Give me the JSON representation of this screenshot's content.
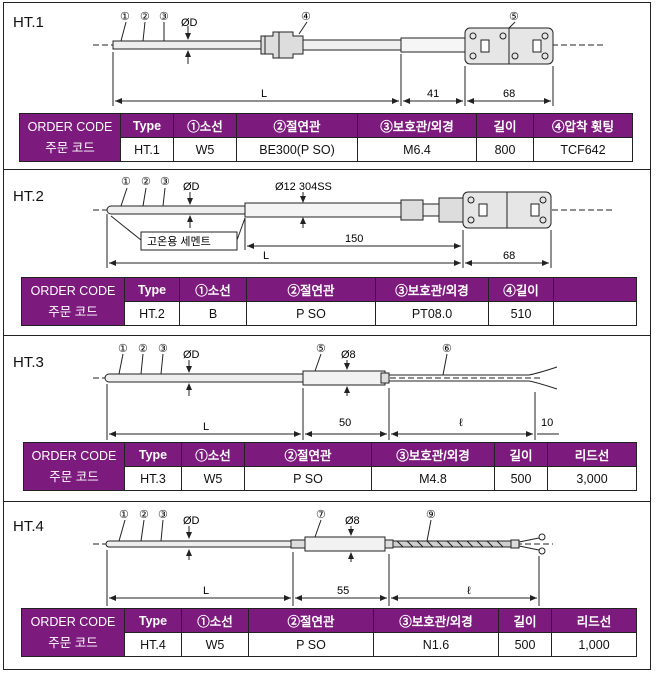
{
  "table_labels": {
    "order_code": "ORDER CODE",
    "order_code_kr": "주문 코드",
    "type": "Type",
    "wire": "①소선",
    "insulator": "②절연관",
    "sheath": "③보호관/외경",
    "length": "길이"
  },
  "colors": {
    "header_bg": "#7d1a7e",
    "header_text": "#ffffff"
  },
  "panels": [
    {
      "title": "HT.1",
      "drawing": {
        "callouts": [
          "①",
          "②",
          "③",
          "④",
          "⑤"
        ],
        "diameter": "ØD",
        "dims": [
          "L",
          "41",
          "68"
        ]
      },
      "table": {
        "extra_header": "④압착 휫팅",
        "last_header": "",
        "values": [
          "HT.1",
          "W5",
          "BE300(P SO)",
          "M6.4",
          "800",
          "TCF642"
        ]
      }
    },
    {
      "title": "HT.2",
      "drawing": {
        "callouts": [
          "①",
          "②",
          "③"
        ],
        "diameter": "ØD",
        "sheath_label": "Ø12 304SS",
        "cement_label": "고온용 세멘트",
        "dims": [
          "150",
          "L",
          "68"
        ]
      },
      "table": {
        "extra_header": "④길이",
        "last_header": "",
        "values": [
          "HT.2",
          "B",
          "P SO",
          "PT08.0",
          "510",
          ""
        ]
      }
    },
    {
      "title": "HT.3",
      "drawing": {
        "callouts": [
          "①",
          "②",
          "③",
          "⑤",
          "⑥"
        ],
        "diameter": "ØD",
        "diameter2": "Ø8",
        "dims": [
          "L",
          "50",
          "ℓ",
          "10"
        ]
      },
      "table": {
        "extra_header": "길이",
        "last_header": "리드선",
        "values": [
          "HT.3",
          "W5",
          "P SO",
          "M4.8",
          "500",
          "3,000"
        ]
      }
    },
    {
      "title": "HT.4",
      "drawing": {
        "callouts": [
          "①",
          "②",
          "③",
          "⑦",
          "⑨"
        ],
        "diameter": "ØD",
        "diameter2": "Ø8",
        "dims": [
          "L",
          "55",
          "ℓ"
        ]
      },
      "table": {
        "extra_header": "길이",
        "last_header": "리드선",
        "values": [
          "HT.4",
          "W5",
          "P SO",
          "N1.6",
          "500",
          "1,000"
        ]
      }
    }
  ]
}
